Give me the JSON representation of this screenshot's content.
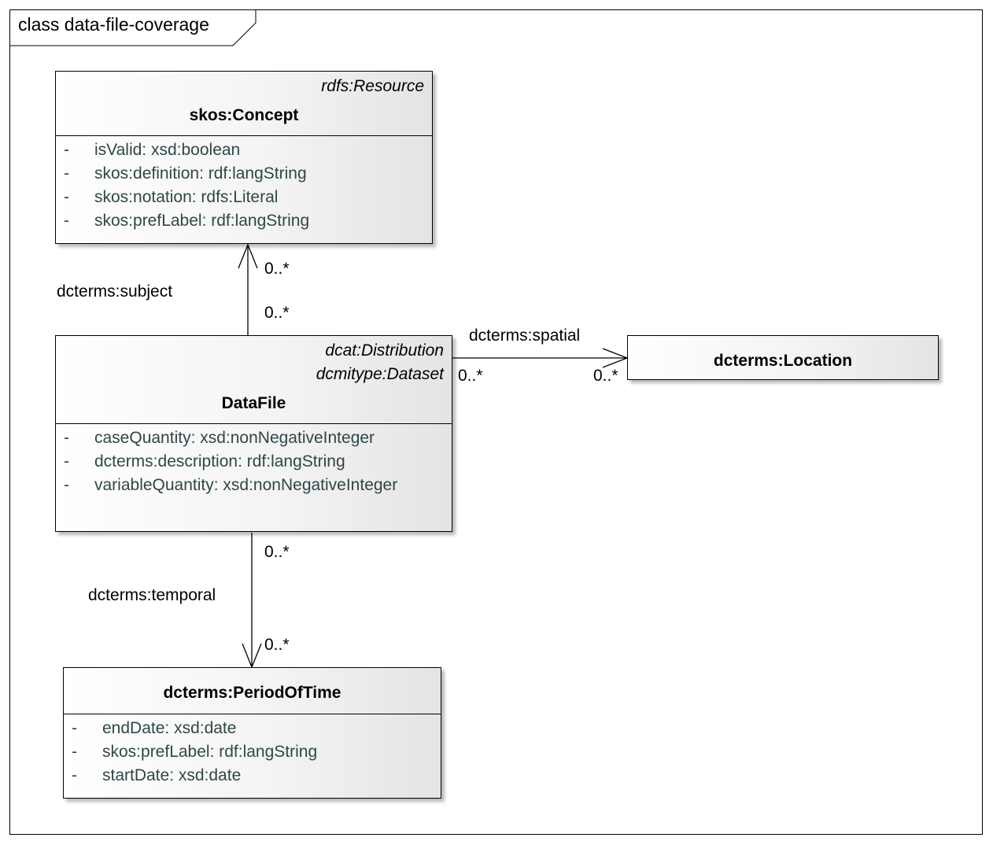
{
  "diagram": {
    "frame_title": "class data-file-coverage"
  },
  "classes": {
    "concept": {
      "stereotype": "rdfs:Resource",
      "name": "skos:Concept",
      "attributes": [
        {
          "visibility": "-",
          "text": "isValid: xsd:boolean"
        },
        {
          "visibility": "-",
          "text": "skos:definition: rdf:langString"
        },
        {
          "visibility": "-",
          "text": "skos:notation: rdfs:Literal"
        },
        {
          "visibility": "-",
          "text": "skos:prefLabel: rdf:langString"
        }
      ]
    },
    "datafile": {
      "stereotype_1": "dcat:Distribution",
      "stereotype_2": "dcmitype:Dataset",
      "name": "DataFile",
      "attributes": [
        {
          "visibility": "-",
          "text": "caseQuantity: xsd:nonNegativeInteger"
        },
        {
          "visibility": "-",
          "text": "dcterms:description: rdf:langString"
        },
        {
          "visibility": "-",
          "text": "variableQuantity: xsd:nonNegativeInteger"
        }
      ]
    },
    "location": {
      "name": "dcterms:Location"
    },
    "period": {
      "name": "dcterms:PeriodOfTime",
      "attributes": [
        {
          "visibility": "-",
          "text": "endDate: xsd:date"
        },
        {
          "visibility": "-",
          "text": "skos:prefLabel: rdf:langString"
        },
        {
          "visibility": "-",
          "text": "startDate: xsd:date"
        }
      ]
    }
  },
  "associations": {
    "subject": {
      "label": "dcterms:subject",
      "target_multiplicity": "0..*",
      "source_multiplicity": "0..*"
    },
    "spatial": {
      "label": "dcterms:spatial",
      "source_multiplicity": "0..*",
      "target_multiplicity": "0..*"
    },
    "temporal": {
      "label": "dcterms:temporal",
      "source_multiplicity": "0..*",
      "target_multiplicity": "0..*"
    }
  }
}
